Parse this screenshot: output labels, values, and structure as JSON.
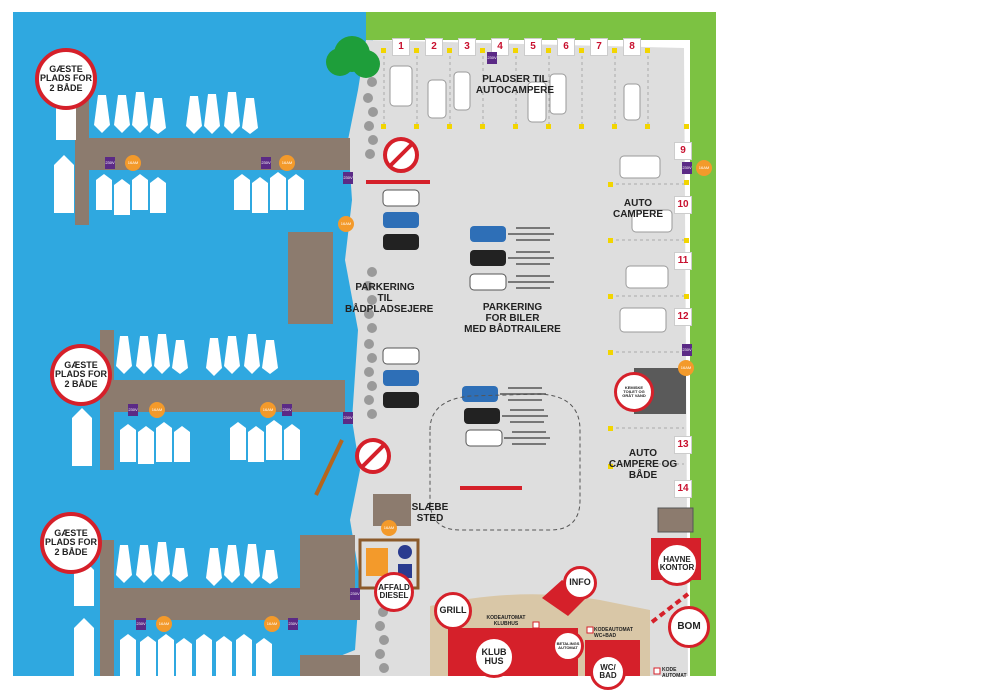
{
  "colors": {
    "water": "#2fa8e0",
    "grass": "#7cc242",
    "ground": "#dedede",
    "pier": "#8c7b6e",
    "red": "#d5202a",
    "purple": "#5b2a86",
    "orange": "#f39a2b",
    "blue_car": "#2e6fb7",
    "dark_car": "#222222"
  },
  "guest_badges": [
    {
      "text": "GÆSTE\nPLADS FOR\n2 BÅDE"
    },
    {
      "text": "GÆSTE\nPLADS FOR\n2 BÅDE"
    },
    {
      "text": "GÆSTE\nPLADS FOR\n2 BÅDE"
    }
  ],
  "spot_numbers_top": [
    "1",
    "2",
    "3",
    "4",
    "5",
    "6",
    "7",
    "8"
  ],
  "spot_numbers_right": [
    "9",
    "10",
    "11",
    "12",
    "13",
    "14"
  ],
  "labels": {
    "pladser_autocampere": "PLADSER TIL\nAUTOCAMPERE",
    "parkering_badpladsejere": "PARKERING\nTIL\nBÅDPLADSEJERE",
    "parkering_biler": "PARKERING\nFOR BILER\nMED BÅDTRAILERE",
    "auto_campere": "AUTO\nCAMPERE",
    "auto_campere_baade": "AUTO\nCAMPERE OG\nBÅDE",
    "slaebe_sted": "SLÆBE\nSTED",
    "kodeautomat_klubhus": "KODEAUTOMAT\nKLUBHUS",
    "kodeautomat_wc": "KODEAUTOMAT\nWC+BAD",
    "kode_automat": "KODE\nAUTOMAT"
  },
  "circle_labels": {
    "kemiske": "KEMISKE\nTOILET OG\nGRÅT VAND",
    "havne_kontor": "HAVNE\nKONTOR",
    "bom": "BOM",
    "info": "INFO",
    "grill": "GRILL",
    "affald": "AFFALD\nDIESEL",
    "klub_hus": "KLUB\nHUS",
    "betalings": "BETALINGS\nAUTOMAT",
    "wc_bad": "WC/\nBAD"
  },
  "tags": {
    "v230": "230V",
    "a16": "16AM"
  }
}
